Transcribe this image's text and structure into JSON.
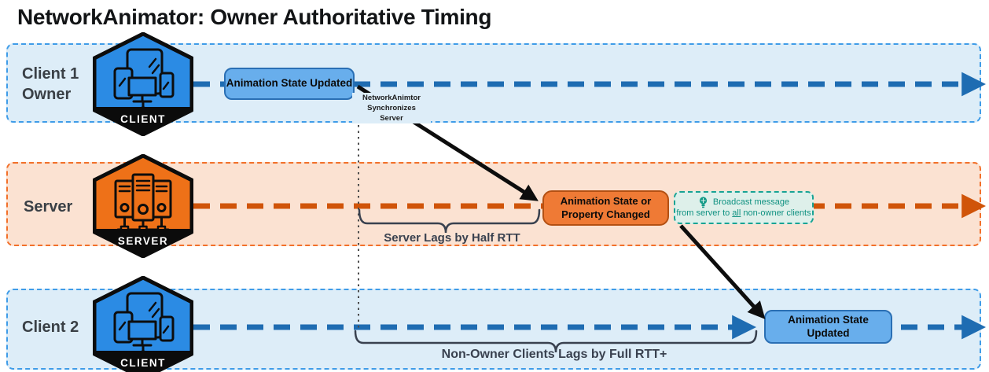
{
  "title": "NetworkAnimator: Owner Authoritative Timing",
  "lanes": [
    {
      "name": "client1",
      "label_lines": [
        "Client 1",
        "Owner"
      ],
      "badge": "CLIENT"
    },
    {
      "name": "server",
      "label_lines": [
        "Server",
        ""
      ],
      "badge": "SERVER"
    },
    {
      "name": "client2",
      "label_lines": [
        "Client 2",
        ""
      ],
      "badge": "CLIENT"
    }
  ],
  "boxes": {
    "client1_event": "Animation State Updated",
    "server_event_lines": [
      "Animation State or",
      "Property Changed"
    ],
    "client2_event": "Animation State Updated"
  },
  "sync_note_lines": [
    "NetworkAnimtor",
    "Synchronizes",
    "Server"
  ],
  "broadcast": {
    "icon": "lightbulb-icon",
    "line1": "Broadcast message",
    "line2_pre": "from server to ",
    "line2_underline": "all",
    "line2_post": " non-owner clients"
  },
  "braces": {
    "server_lag_label": "Server Lags by Half RTT",
    "client_lag_label": "Non-Owner Clients Lags by Full RTT+"
  },
  "colors": {
    "client_accent": "#2b8be4",
    "server_accent": "#ee7118",
    "timeline_blue": "#1e6cb2",
    "timeline_orange": "#d05409",
    "lane_blue_bg": "#ddedf8",
    "lane_orange_bg": "#fbe2d2",
    "event_blue_fill": "#68aeec",
    "event_orange_fill": "#ef7a35",
    "broadcast_teal": "#18a394",
    "arrow_black": "#0d0d0d"
  }
}
